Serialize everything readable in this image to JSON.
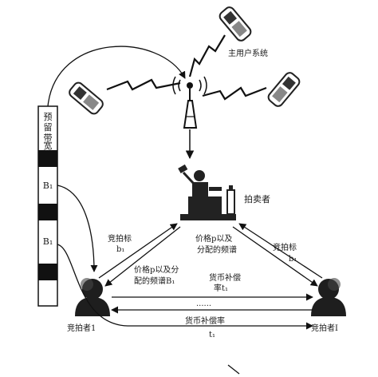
{
  "spectrum_bar": {
    "reserved_bandwidth_chars": [
      "预",
      "留",
      "带",
      "宽"
    ],
    "band_label_1": "B₁",
    "band_label_2": "B₁"
  },
  "labels": {
    "primary_user_system": "主用户系统",
    "auctioneer": "拍卖者",
    "bid_left_line1": "竞拍标",
    "bid_left_line2": "b₁",
    "bid_right_line1": "竞拍标",
    "bid_right_line2": "b₁",
    "price_center_line1": "价格p以及",
    "price_center_line2": "分配的频谱",
    "price_left_line1": "价格p以及分",
    "price_left_line2": "配的频谱B₁",
    "compensation_top_line1": "货币补偿",
    "compensation_top_line2": "率t₁",
    "ellipsis": "......",
    "compensation_bottom_line1": "货币补偿率",
    "compensation_bottom_line2": "t₁",
    "bidder_left": "竞拍者1",
    "bidder_right": "竞拍者I"
  }
}
